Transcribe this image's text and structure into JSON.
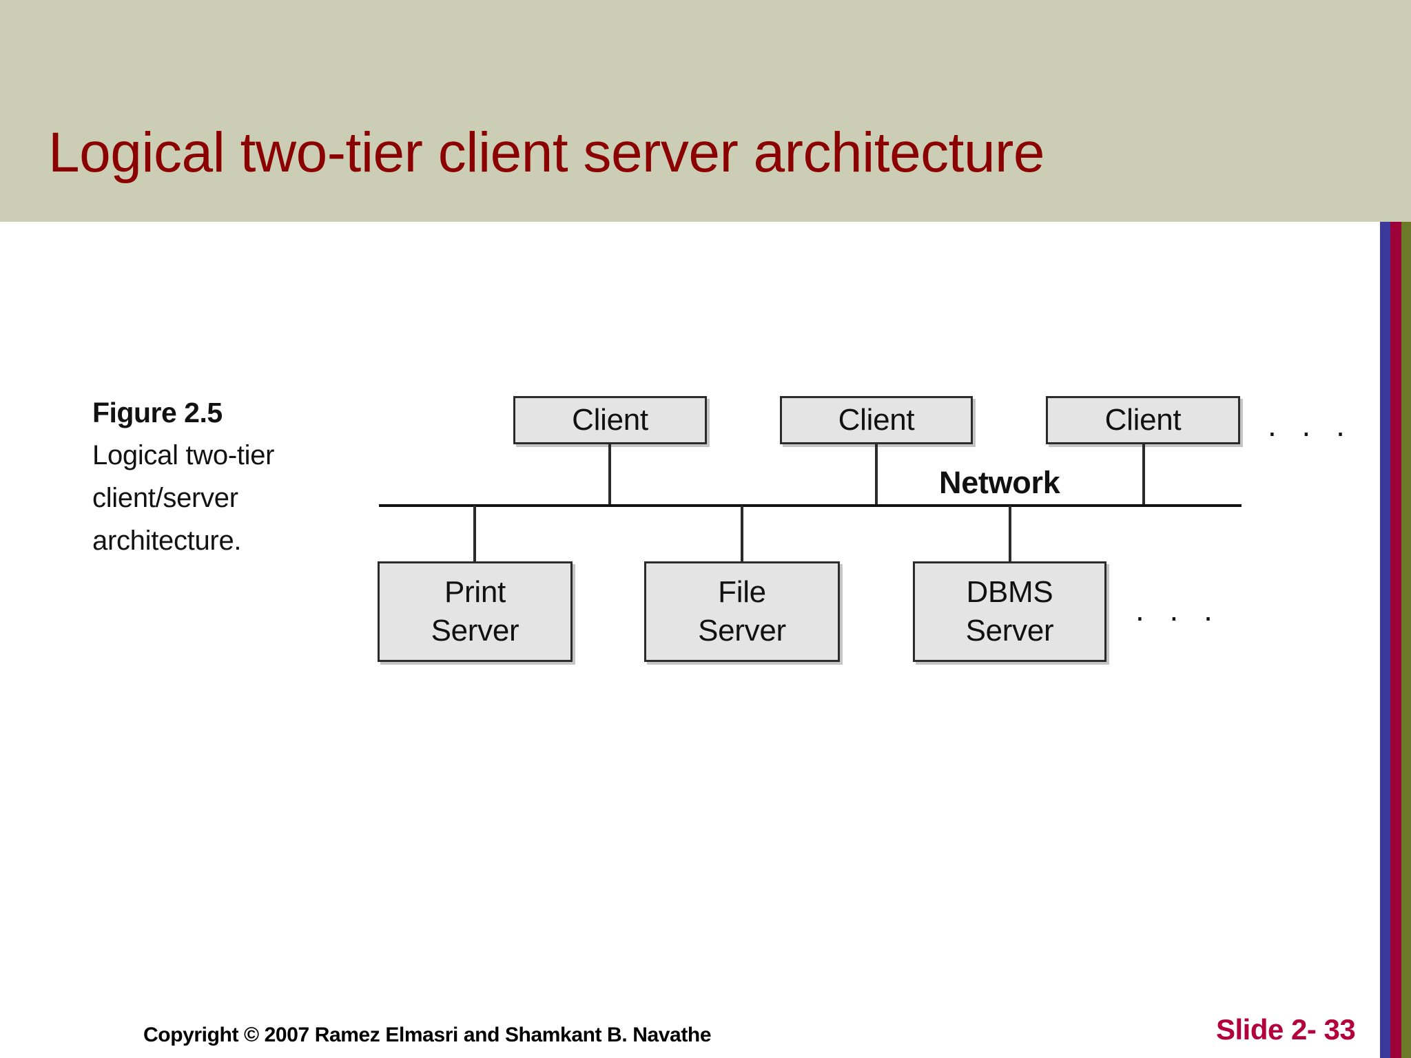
{
  "slide": {
    "title": "Logical two-tier client server architecture",
    "header_bg": "#CBCDB4",
    "title_color": "#8B0000",
    "body_bg": "#FFFFFF"
  },
  "stripe": {
    "colors": [
      "#3A3A9C",
      "#9E0039",
      "#6B7A28"
    ]
  },
  "figure": {
    "number": "Figure 2.5",
    "caption_lines": [
      "Logical two-tier",
      "client/server",
      "architecture."
    ],
    "network_label": "Network",
    "clients": [
      {
        "label": "Client"
      },
      {
        "label": "Client"
      },
      {
        "label": "Client"
      }
    ],
    "servers": [
      {
        "line1": "Print",
        "line2": "Server"
      },
      {
        "line1": "File",
        "line2": "Server"
      },
      {
        "line1": "DBMS",
        "line2": "Server"
      }
    ],
    "ellipsis_clients": ". . .",
    "ellipsis_servers": ". . .",
    "box_fill": "#E4E4E4",
    "box_border": "#2B2B2B"
  },
  "footer": {
    "copyright": "Copyright © 2007 Ramez Elmasri and Shamkant B. Navathe",
    "slide_number": "Slide 2- 33",
    "slide_number_color": "#B3003C"
  }
}
